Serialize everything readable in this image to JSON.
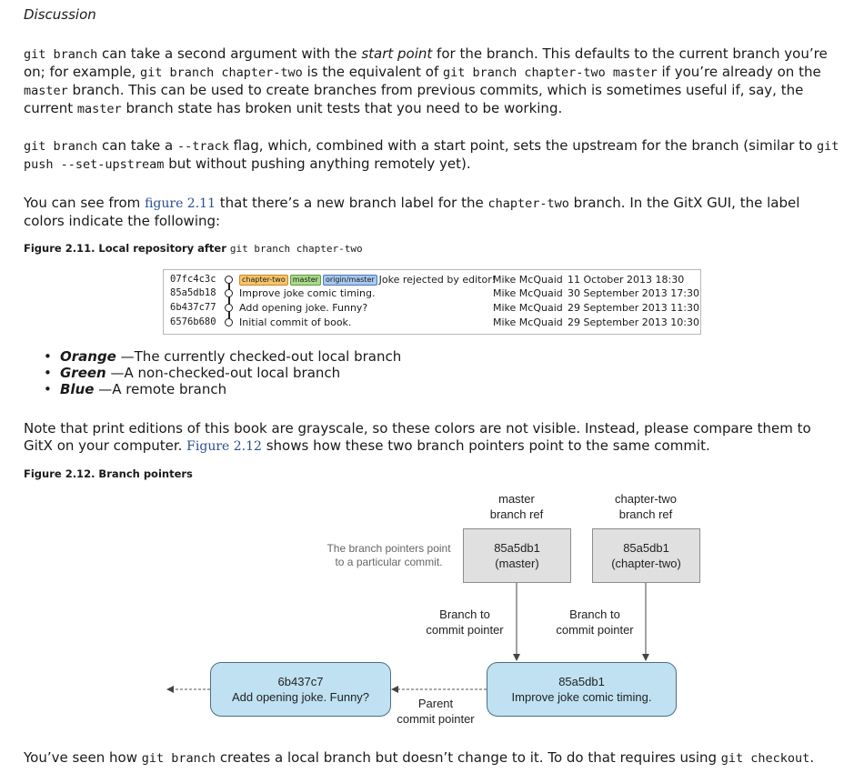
{
  "section_heading": "Discussion",
  "p1": {
    "c1": "git branch",
    "t1": " can take a second argument with the ",
    "em1": "start point",
    "t2": " for the branch. This defaults to the current branch you’re on; for example, ",
    "c2": "git branch chapter-two",
    "t3": " is the equivalent of ",
    "c3": "git branch chapter-two master",
    "t4": " if you’re already on the ",
    "c4": "master",
    "t5": " branch. This can be used to create branches from previous commits, which is sometimes useful if, say, the current ",
    "c5": "master",
    "t6": " branch state has broken unit tests that you need to be working."
  },
  "p2": {
    "c1": "git branch",
    "t1": " can take a ",
    "c2": "--track",
    "t2": " flag, which, combined with a start point, sets the upstream for the branch (similar to ",
    "c3": "git push --set-upstream",
    "t3": " but without pushing anything remotely yet)."
  },
  "p3": {
    "t1": "You can see from ",
    "ref": "figure 2.11",
    "t2": " that there’s a new branch label for the ",
    "c1": "chapter-two",
    "t3": " branch. In the GitX GUI, the label colors indicate the following:"
  },
  "fig211": {
    "caption_text": "Figure 2.11. Local repository after ",
    "caption_code": "git branch chapter-two",
    "labels": [
      {
        "text": "chapter-two",
        "color": "#f6c46a"
      },
      {
        "text": "master",
        "color": "#a9d98a"
      },
      {
        "text": "origin/master",
        "color": "#a8c8ef"
      }
    ],
    "commits": [
      {
        "sha": "07fc4c3c",
        "message": "Joke rejected by editor!",
        "author": "Mike McQuaid",
        "date": "11 October 2013 18:30"
      },
      {
        "sha": "85a5db18",
        "message": "Improve joke comic timing.",
        "author": "Mike McQuaid",
        "date": "30 September 2013 17:30"
      },
      {
        "sha": "6b437c77",
        "message": "Add opening joke. Funny?",
        "author": "Mike McQuaid",
        "date": "29 September 2013 11:30"
      },
      {
        "sha": "6576b680",
        "message": "Initial commit of book.",
        "author": "Mike McQuaid",
        "date": "29 September 2013 10:30"
      }
    ]
  },
  "bullets": [
    {
      "term": "Orange",
      "desc": " —The currently checked-out local branch"
    },
    {
      "term": "Green",
      "desc": " —A non-checked-out local branch"
    },
    {
      "term": "Blue",
      "desc": " —A remote branch"
    }
  ],
  "p4": {
    "t1": "Note that print editions of this book are grayscale, so these colors are not visible. Instead, please compare them to GitX on your computer. ",
    "ref": "Figure 2.12",
    "t2": " shows how these two branch pointers point to the same commit."
  },
  "fig212": {
    "caption": "Figure 2.12. Branch pointers",
    "master_ref_label": [
      "master",
      "branch ref"
    ],
    "chapter_ref_label": [
      "chapter-two",
      "branch ref"
    ],
    "master_box": [
      "85a5db1",
      "(master)"
    ],
    "chapter_box": [
      "85a5db1",
      "(chapter-two)"
    ],
    "note": [
      "The branch pointers point",
      "to a particular commit."
    ],
    "pointer_label_left": [
      "Branch to",
      "commit pointer"
    ],
    "pointer_label_right": [
      "Branch to",
      "commit pointer"
    ],
    "commit_left": [
      "6b437c7",
      "Add opening joke. Funny?"
    ],
    "commit_right": [
      "85a5db1",
      "Improve joke comic timing."
    ],
    "parent_label": [
      "Parent",
      "commit pointer"
    ]
  },
  "p5": {
    "t1": "You’ve seen how ",
    "c1": "git branch",
    "t2": " creates a local branch but doesn’t change to it. To do that requires using ",
    "c2": "git checkout",
    "t3": "."
  }
}
